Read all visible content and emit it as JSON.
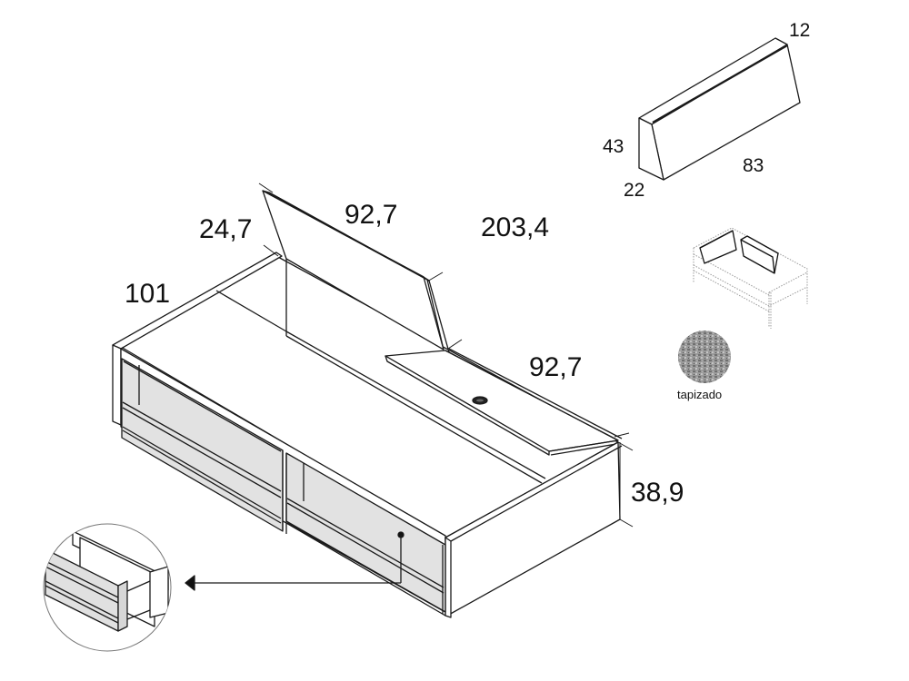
{
  "bed": {
    "dimensions": {
      "depth": "101",
      "backrest_height": "24,7",
      "backrest_length": "92,7",
      "total_length": "203,4",
      "side_panel_length": "92,7",
      "height": "38,9"
    }
  },
  "cushion": {
    "dimensions": {
      "top_depth": "12",
      "height": "43",
      "bottom_depth": "22",
      "length": "83"
    }
  },
  "material": {
    "label": "tapizado",
    "swatch_color": "#8c8c8c"
  },
  "colors": {
    "line": "#1a1a1a",
    "drawer_fill": "#e2e2e2",
    "body_fill": "#ffffff"
  }
}
